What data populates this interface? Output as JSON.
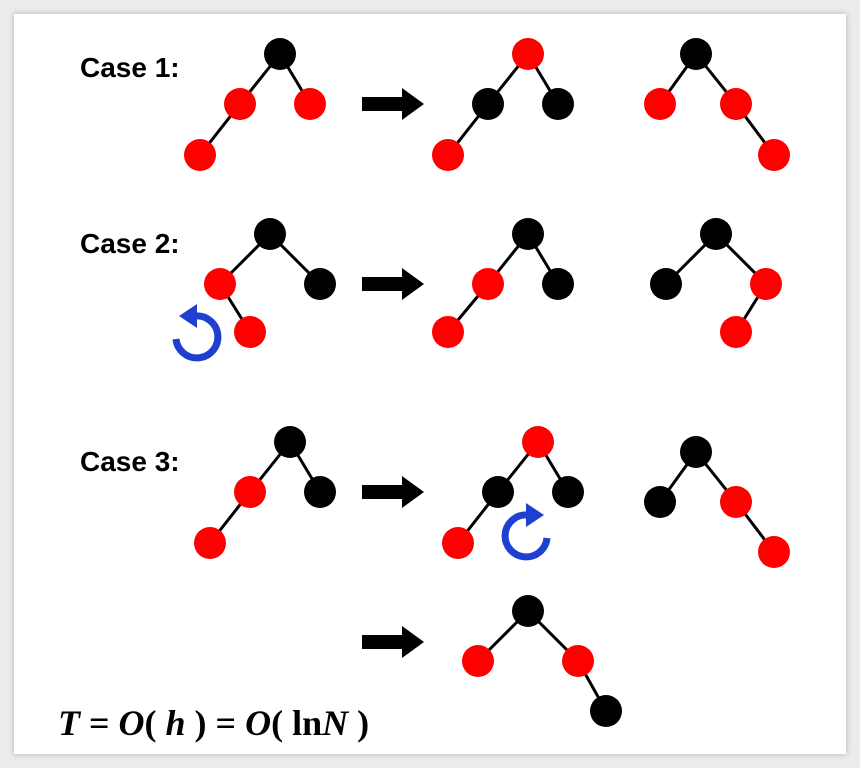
{
  "cases": [
    {
      "label": "Case 1:"
    },
    {
      "label": "Case 2:"
    },
    {
      "label": "Case 3:"
    }
  ],
  "formula": {
    "T": "T",
    "eq1": " = ",
    "O1": "O",
    "open1": "( ",
    "h": "h",
    "close1": " )",
    "eq2": " = ",
    "O2": "O",
    "open2": "( ",
    "ln": "ln",
    "N": "N",
    "close2": " )"
  },
  "colors": {
    "red_node": "#ff0000",
    "black_node": "#000000",
    "arrow": "#000000",
    "rotation": "#1f3fd0"
  },
  "trees": [
    {
      "id": "case1-before",
      "nodes": [
        "black",
        "red",
        "red",
        "red"
      ]
    },
    {
      "id": "case1-after",
      "nodes": [
        "red",
        "black",
        "black",
        "red"
      ]
    },
    {
      "id": "case1-mirror",
      "nodes": [
        "black",
        "red",
        "red",
        "red"
      ]
    },
    {
      "id": "case2-before",
      "nodes": [
        "black",
        "red",
        "black",
        "red"
      ]
    },
    {
      "id": "case2-after",
      "nodes": [
        "black",
        "red",
        "black",
        "red"
      ]
    },
    {
      "id": "case2-mirror",
      "nodes": [
        "black",
        "black",
        "red",
        "red"
      ]
    },
    {
      "id": "case3-before",
      "nodes": [
        "black",
        "red",
        "black",
        "red"
      ]
    },
    {
      "id": "case3-mid",
      "nodes": [
        "red",
        "black",
        "black",
        "red"
      ]
    },
    {
      "id": "case3-mirror",
      "nodes": [
        "black",
        "black",
        "red",
        "red"
      ]
    },
    {
      "id": "case3-after",
      "nodes": [
        "black",
        "red",
        "red",
        "black"
      ]
    }
  ],
  "icons": [
    "right-arrow-icon",
    "rotate-counterclockwise-icon",
    "rotate-clockwise-icon"
  ]
}
